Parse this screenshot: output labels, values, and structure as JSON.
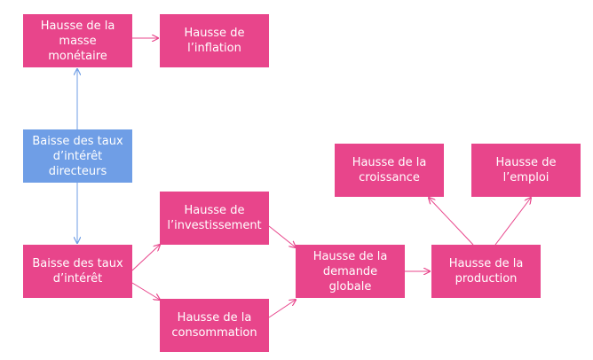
{
  "nodes": {
    "masse_monetaire": "Hausse de la\nmasse monétaire",
    "inflation": "Hausse de\nl’inflation",
    "baisse_taux_directeurs": "Baisse des taux\nd’intérêt directeurs",
    "baisse_taux": "Baisse des taux\nd’intérêt",
    "investissement": "Hausse de\nl’investissement",
    "consommation": "Hausse de la\nconsommation",
    "demande_globale": "Hausse de la\ndemande globale",
    "production": "Hausse de la\nproduction",
    "croissance": "Hausse de la\ncroissance",
    "emploi": "Hausse de\nl’emploi"
  },
  "colors": {
    "pink_node": "#e8458b",
    "blue_node": "#6f9ee6",
    "pink_arrow": "#e8458b",
    "blue_arrow": "#6f9ee6"
  }
}
